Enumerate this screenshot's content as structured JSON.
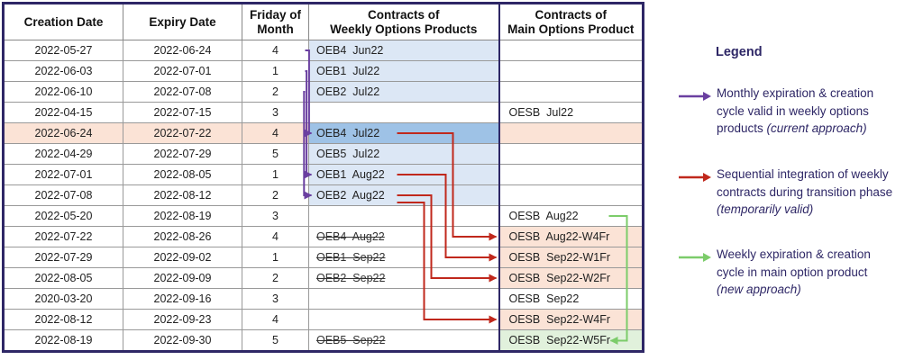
{
  "table": {
    "headers": {
      "creation_date": "Creation Date",
      "expiry_date": "Expiry Date",
      "friday_line1": "Friday of",
      "friday_line2": "Month",
      "weekly_line1": "Contracts of",
      "weekly_line2": "Weekly Options Products",
      "main_line1": "Contracts of",
      "main_line2": "Main Options Product"
    },
    "rows": [
      {
        "creation": "2022-05-27",
        "expiry": "2022-06-24",
        "friday": "4",
        "weekly": "OEB4  Jun22",
        "weekly_style": "light",
        "main": "",
        "main_style": "",
        "highlight": false
      },
      {
        "creation": "2022-06-03",
        "expiry": "2022-07-01",
        "friday": "1",
        "weekly": "OEB1  Jul22",
        "weekly_style": "light",
        "main": "",
        "main_style": "",
        "highlight": false
      },
      {
        "creation": "2022-06-10",
        "expiry": "2022-07-08",
        "friday": "2",
        "weekly": "OEB2  Jul22",
        "weekly_style": "light",
        "main": "",
        "main_style": "",
        "highlight": false
      },
      {
        "creation": "2022-04-15",
        "expiry": "2022-07-15",
        "friday": "3",
        "weekly": "",
        "weekly_style": "",
        "main": "OESB  Jul22",
        "main_style": "",
        "highlight": false
      },
      {
        "creation": "2022-06-24",
        "expiry": "2022-07-22",
        "friday": "4",
        "weekly": "OEB4  Jul22",
        "weekly_style": "dark",
        "main": "",
        "main_style": "",
        "highlight": true
      },
      {
        "creation": "2022-04-29",
        "expiry": "2022-07-29",
        "friday": "5",
        "weekly": "OEB5  Jul22",
        "weekly_style": "light",
        "main": "",
        "main_style": "",
        "highlight": false
      },
      {
        "creation": "2022-07-01",
        "expiry": "2022-08-05",
        "friday": "1",
        "weekly": "OEB1  Aug22",
        "weekly_style": "light",
        "main": "",
        "main_style": "",
        "highlight": false
      },
      {
        "creation": "2022-07-08",
        "expiry": "2022-08-12",
        "friday": "2",
        "weekly": "OEB2  Aug22",
        "weekly_style": "light",
        "main": "",
        "main_style": "",
        "highlight": false
      },
      {
        "creation": "2022-05-20",
        "expiry": "2022-08-19",
        "friday": "3",
        "weekly": "",
        "weekly_style": "",
        "main": "OESB  Aug22",
        "main_style": "",
        "highlight": false
      },
      {
        "creation": "2022-07-22",
        "expiry": "2022-08-26",
        "friday": "4",
        "weekly": "OEB4  Aug22",
        "weekly_style": "strike",
        "main": "OESB  Aug22-W4Fr",
        "main_style": "orange",
        "highlight": false
      },
      {
        "creation": "2022-07-29",
        "expiry": "2022-09-02",
        "friday": "1",
        "weekly": "OEB1  Sep22",
        "weekly_style": "strike",
        "main": "OESB  Sep22-W1Fr",
        "main_style": "orange",
        "highlight": false
      },
      {
        "creation": "2022-08-05",
        "expiry": "2022-09-09",
        "friday": "2",
        "weekly": "OEB2  Sep22",
        "weekly_style": "strike",
        "main": "OESB  Sep22-W2Fr",
        "main_style": "orange",
        "highlight": false
      },
      {
        "creation": "2020-03-20",
        "expiry": "2022-09-16",
        "friday": "3",
        "weekly": "",
        "weekly_style": "",
        "main": "OESB  Sep22",
        "main_style": "",
        "highlight": false
      },
      {
        "creation": "2022-08-12",
        "expiry": "2022-09-23",
        "friday": "4",
        "weekly": "",
        "weekly_style": "",
        "main": "OESB  Sep22-W4Fr",
        "main_style": "orange",
        "highlight": false
      },
      {
        "creation": "2022-08-19",
        "expiry": "2022-09-30",
        "friday": "5",
        "weekly": "OEB5  Sep22",
        "weekly_style": "strike",
        "main": "OESB  Sep22-W5Fr",
        "main_style": "green",
        "highlight": false
      }
    ]
  },
  "legend": {
    "title": "Legend",
    "items": [
      {
        "color": "#6a3fa0",
        "lines": [
          "Monthly expiration & creation",
          "cycle valid in weekly options"
        ],
        "last": "products ",
        "note": "(current approach)"
      },
      {
        "color": "#c0281c",
        "lines": [
          "Sequential integration of weekly",
          "contracts during transition phase"
        ],
        "last": "",
        "note": "(temporarily valid)"
      },
      {
        "color": "#7ccc6a",
        "lines": [
          "Weekly expiration & creation",
          "cycle in main option product"
        ],
        "last": "",
        "note": "(new approach)"
      }
    ]
  },
  "arrow_colors": {
    "purple": "#6a3fa0",
    "red": "#c0281c",
    "green": "#7ccc6a"
  }
}
